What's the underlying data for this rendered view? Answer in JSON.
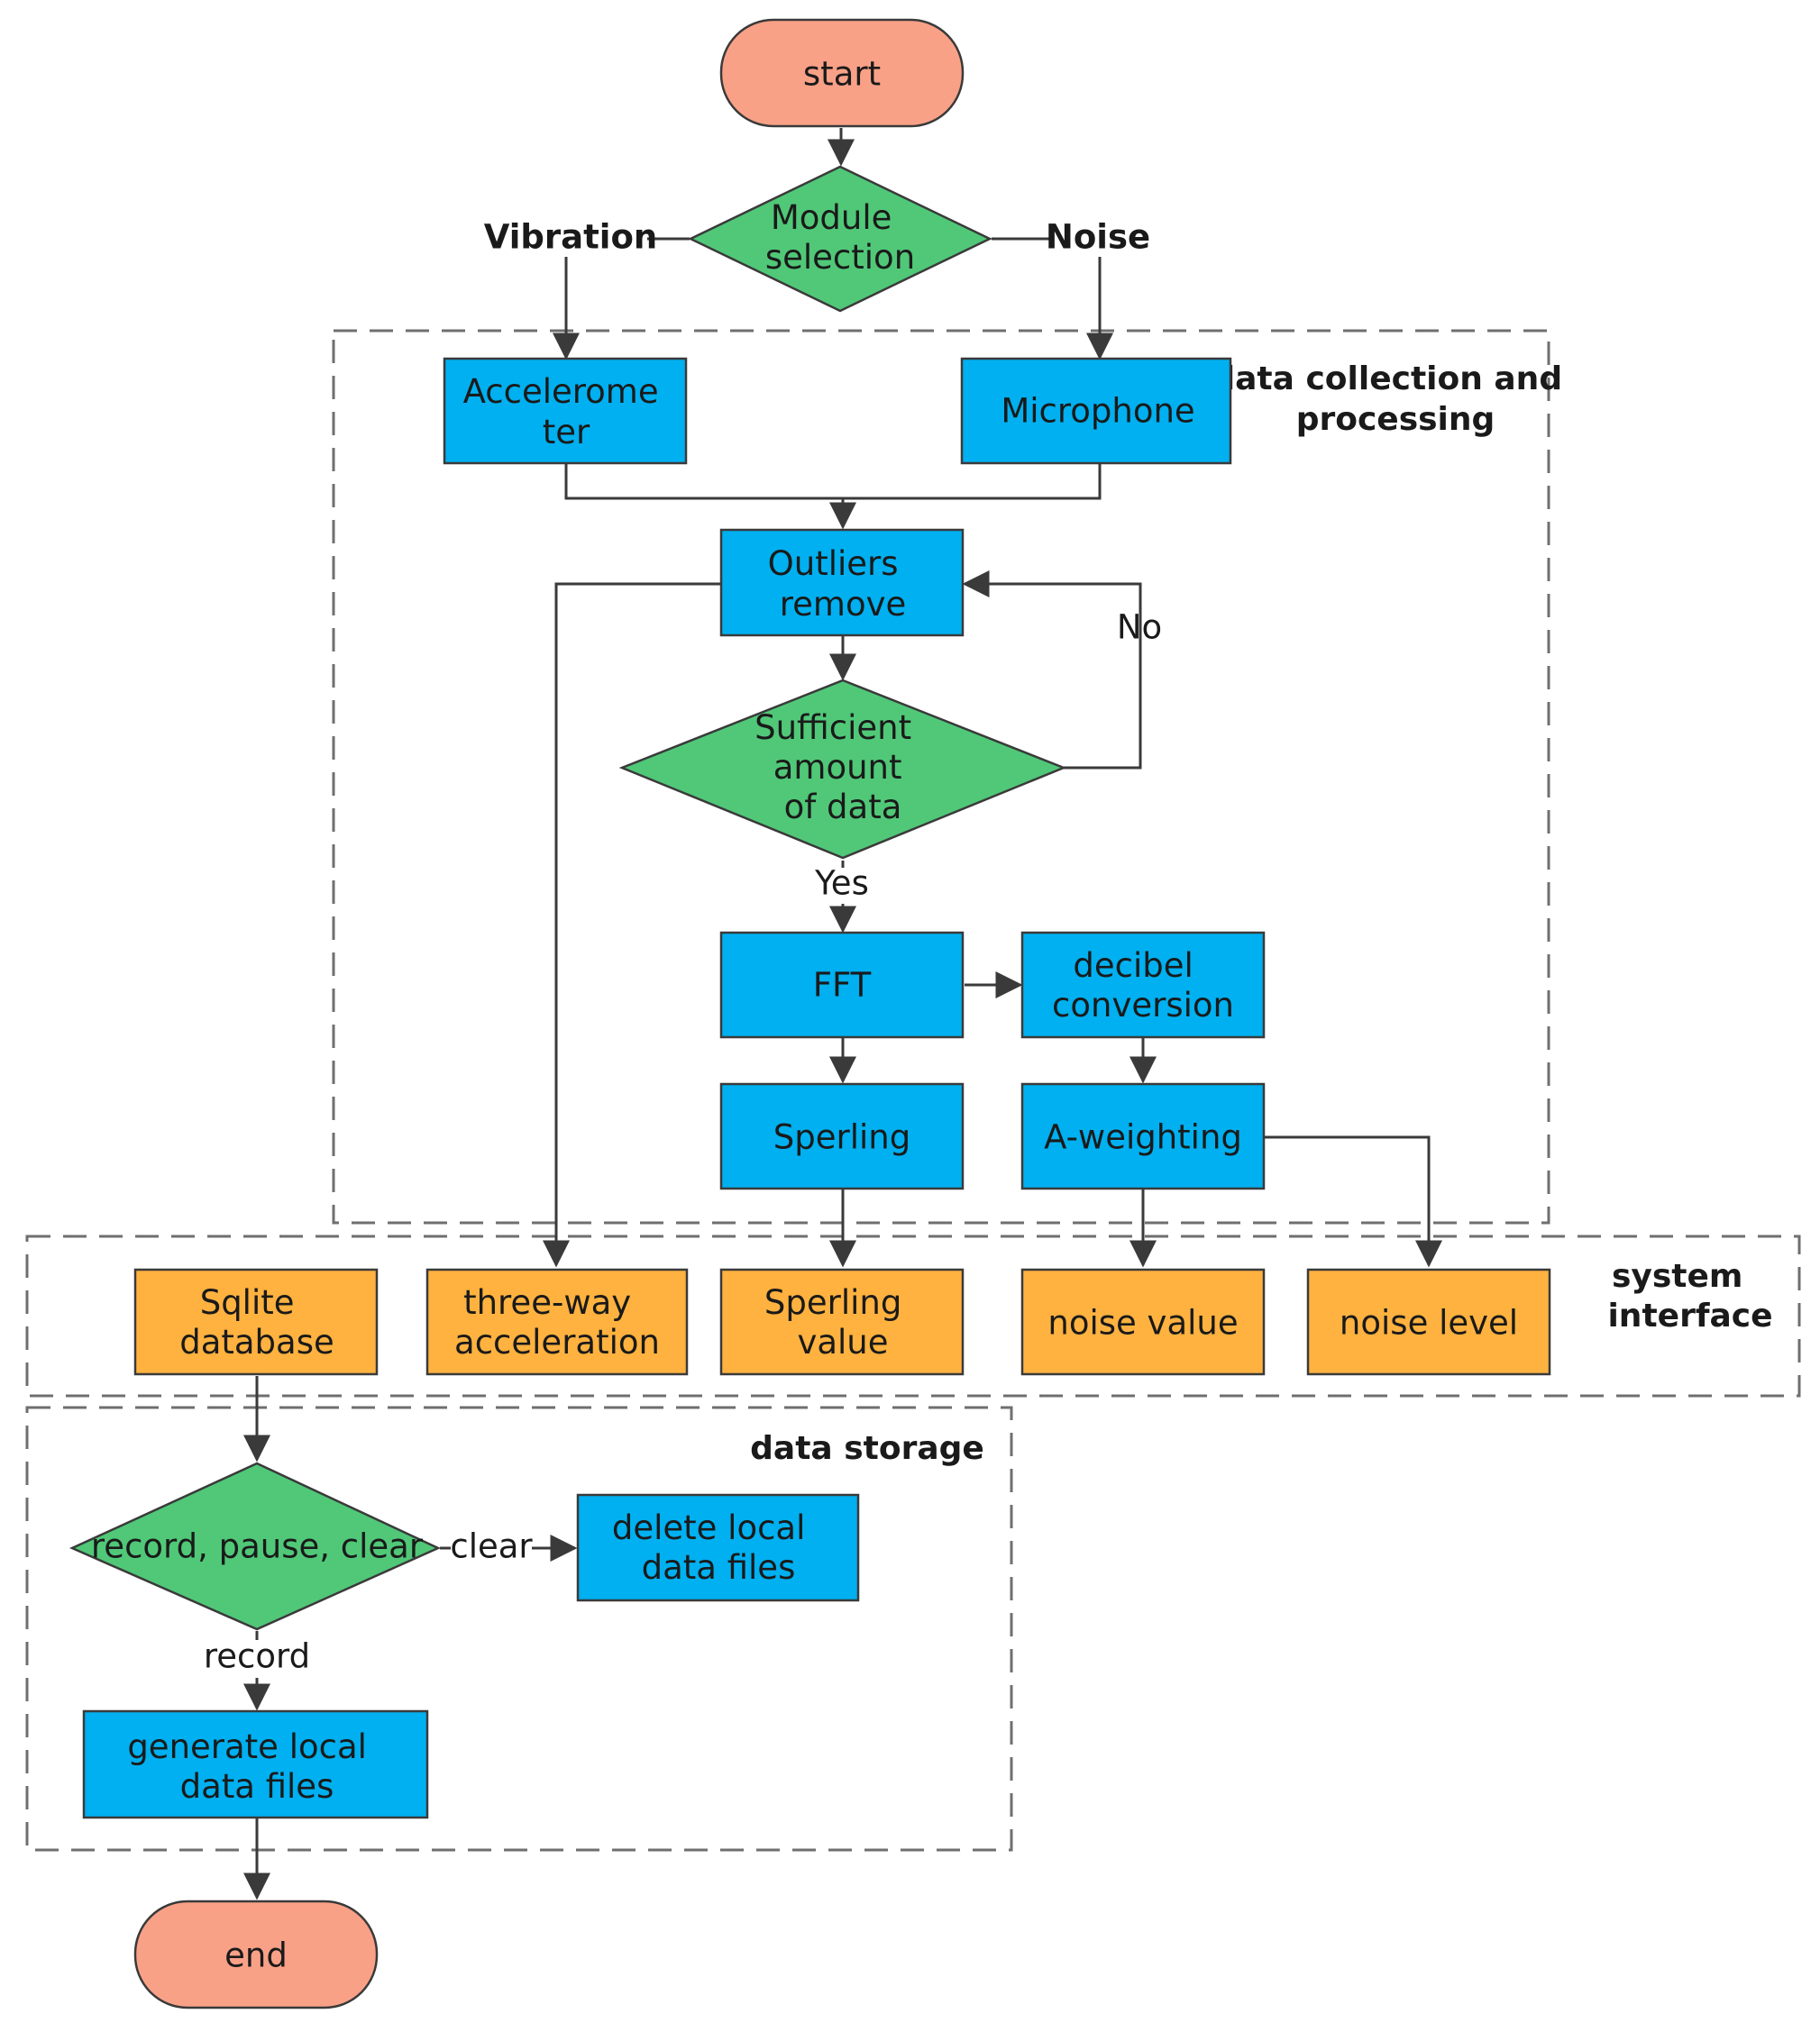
{
  "colors": {
    "terminal": "#f9a187",
    "decision": "#50c878",
    "process": "#00b0f0",
    "output": "#ffb23f",
    "line": "#3a3a3a",
    "group_border": "#6f6f6f"
  },
  "nodes": {
    "start": "start",
    "module_selection": [
      "Module",
      "selection"
    ],
    "accelerometer": [
      "Accelerome",
      "ter"
    ],
    "microphone": [
      "Microphone"
    ],
    "outliers_remove": [
      "Outliers",
      "remove"
    ],
    "sufficient_data": [
      "Sufficient",
      "amount",
      "of data"
    ],
    "fft": [
      "FFT"
    ],
    "decibel_conversion": [
      "decibel",
      "conversion"
    ],
    "sperling": [
      "Sperling"
    ],
    "a_weighting": [
      "A-weighting"
    ],
    "sqlite_database": [
      "Sqlite",
      "database"
    ],
    "three_way_acceleration": [
      "three-way",
      "acceleration"
    ],
    "sperling_value": [
      "Sperling",
      "value"
    ],
    "noise_value": [
      "noise value"
    ],
    "noise_level": [
      "noise level"
    ],
    "record_pause_clear": [
      "record, pause, clear"
    ],
    "delete_local_files": [
      "delete local",
      "data files"
    ],
    "generate_local_files": [
      "generate local",
      "data files"
    ],
    "end": "end"
  },
  "edge_labels": {
    "vibration": "Vibration",
    "noise": "Noise",
    "no": "No",
    "yes": "Yes",
    "clear": "clear",
    "record": "record"
  },
  "groups": {
    "data_collection": [
      "data collection and",
      "processing"
    ],
    "system_interface": [
      "system",
      "interface"
    ],
    "data_storage": [
      "data storage"
    ]
  }
}
